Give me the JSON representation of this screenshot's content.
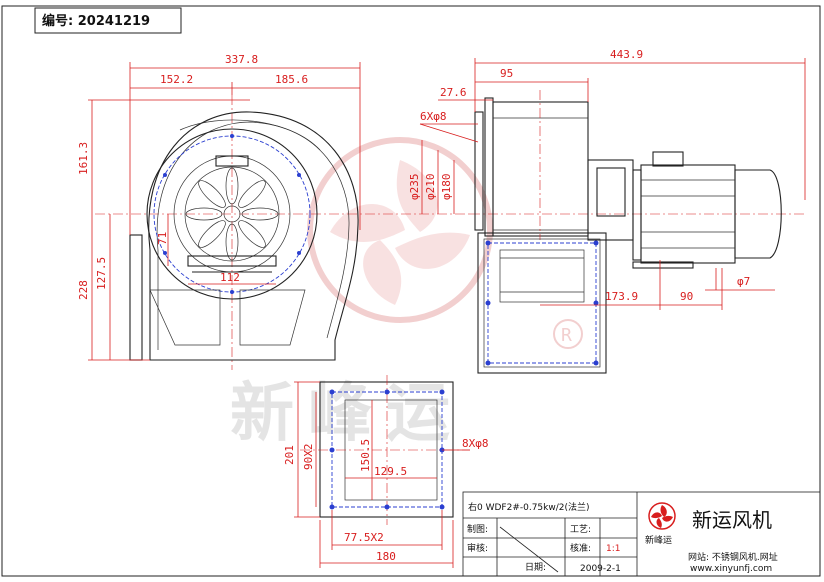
{
  "drawing": {
    "number_label": "编号: 20241219",
    "dimensions": {
      "overall_width": "337.8",
      "left_half": "152.2",
      "right_half": "185.6",
      "height_upper": "161.3",
      "height_lower": "228",
      "outlet_height": "127.5",
      "motor_base": "71",
      "motor_width": "112",
      "overall_length": "443.9",
      "impeller_depth": "95",
      "flange_thk": "27.6",
      "bolt_holes": "6Xφ8",
      "d235": "φ235",
      "d210": "φ210",
      "d180": "φ180",
      "shaft_dist": "173.9",
      "motor_offset": "90",
      "hole7": "φ7",
      "flange_h": "201",
      "flange_h_pitch": "90X2",
      "inner_h": "150.5",
      "inner_w": "129.5",
      "flange_holes": "8Xφ8",
      "flange_w_pitch": "77.5X2",
      "flange_w": "180"
    }
  },
  "watermark": {
    "text": "新峰运",
    "registered": "R"
  },
  "title_block": {
    "model": "右0 WDF2#-0.75kw/2(法兰)",
    "rows": [
      {
        "label": "制图:",
        "value": ""
      },
      {
        "label": "审核:",
        "value": ""
      },
      {
        "label": "日期:",
        "value": ""
      }
    ],
    "process_label": "工艺:",
    "ratio_label": "核准:",
    "ratio_value": "1:1",
    "date_value": "2009-2-1",
    "logo_text": "新峰运",
    "company": "新运风机",
    "website": "网站: 不锈钢风机.网址",
    "url": "www.xinyunfj.com"
  },
  "colors": {
    "dimension": "#d81e1e",
    "outline": "#222222",
    "hidden": "#2b3fd0",
    "watermark": "#e8a8a8"
  }
}
